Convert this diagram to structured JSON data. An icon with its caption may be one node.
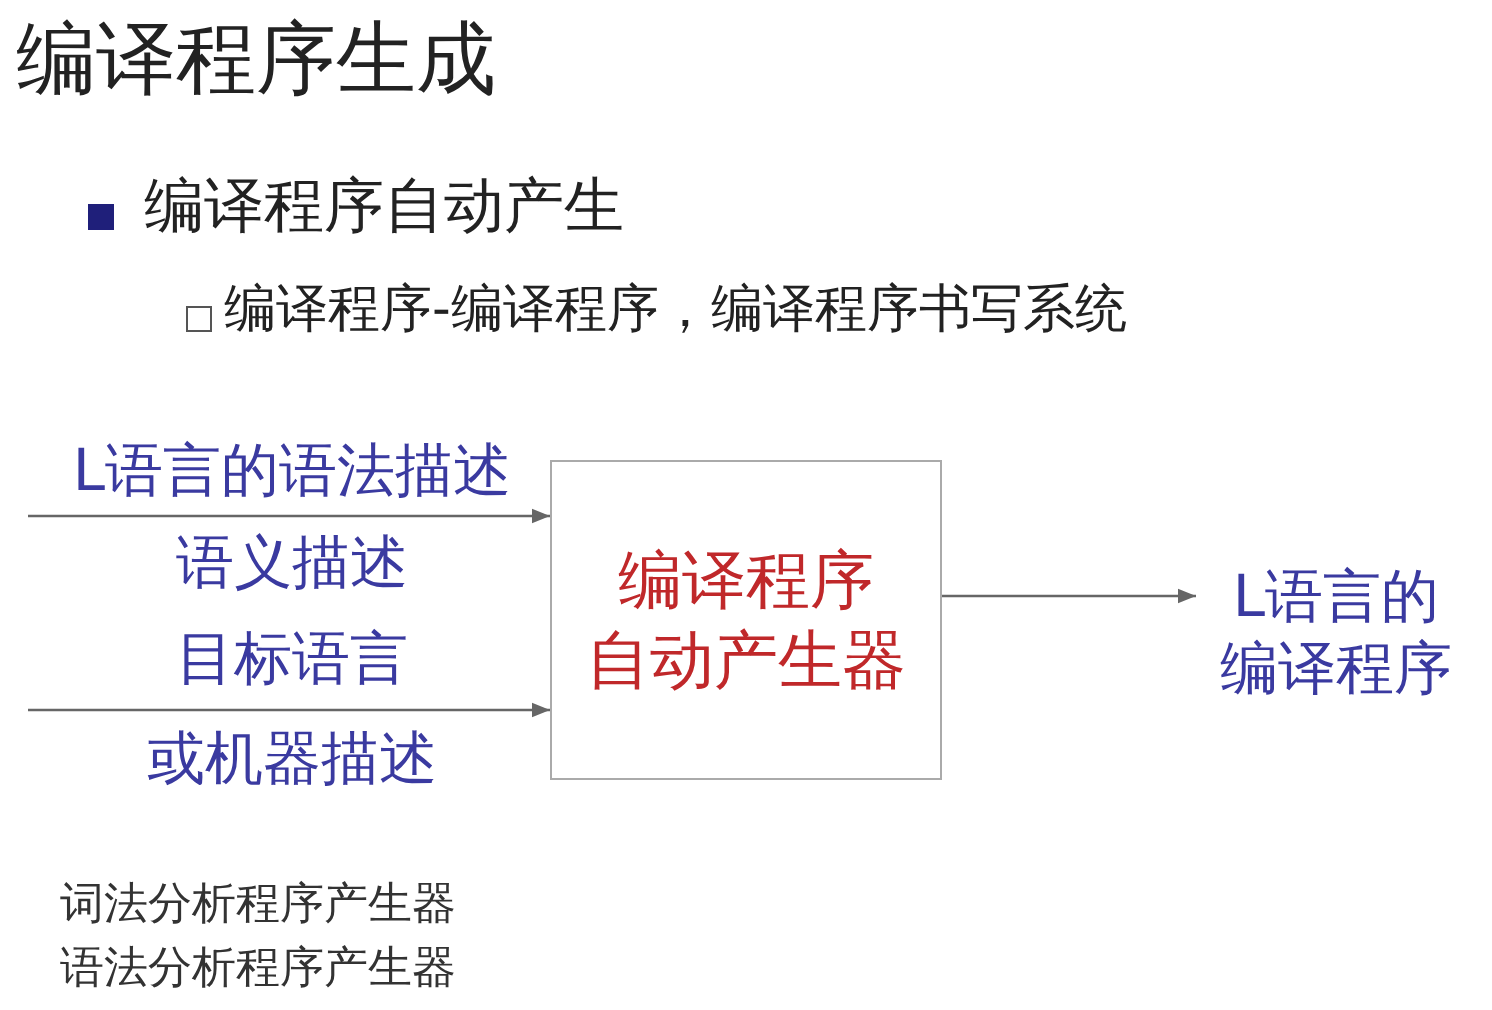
{
  "diagram": {
    "title": "编译程序生成",
    "nodes": [
      {
        "text": [
          "编译程序自动产生器"
        ]
      },
      {
        "text": [
          "L语言的编译程序"
        ]
      }
    ],
    "edges": [
      {
        "from": null,
        "to": 0,
        "arrow": "to"
      },
      {
        "from": null,
        "to": 0,
        "arrow": "to"
      },
      {
        "from": 0,
        "to": 1,
        "arrow": "to"
      }
    ],
    "labels": [
      "编译程序自动产生",
      "编译程序-编译程序，编译程序书写系统",
      "L语言的语法描述",
      "语义描述",
      "目标语言",
      "或机器描述",
      "词法分析程序产生器",
      "语法分析程序产生器"
    ]
  }
}
